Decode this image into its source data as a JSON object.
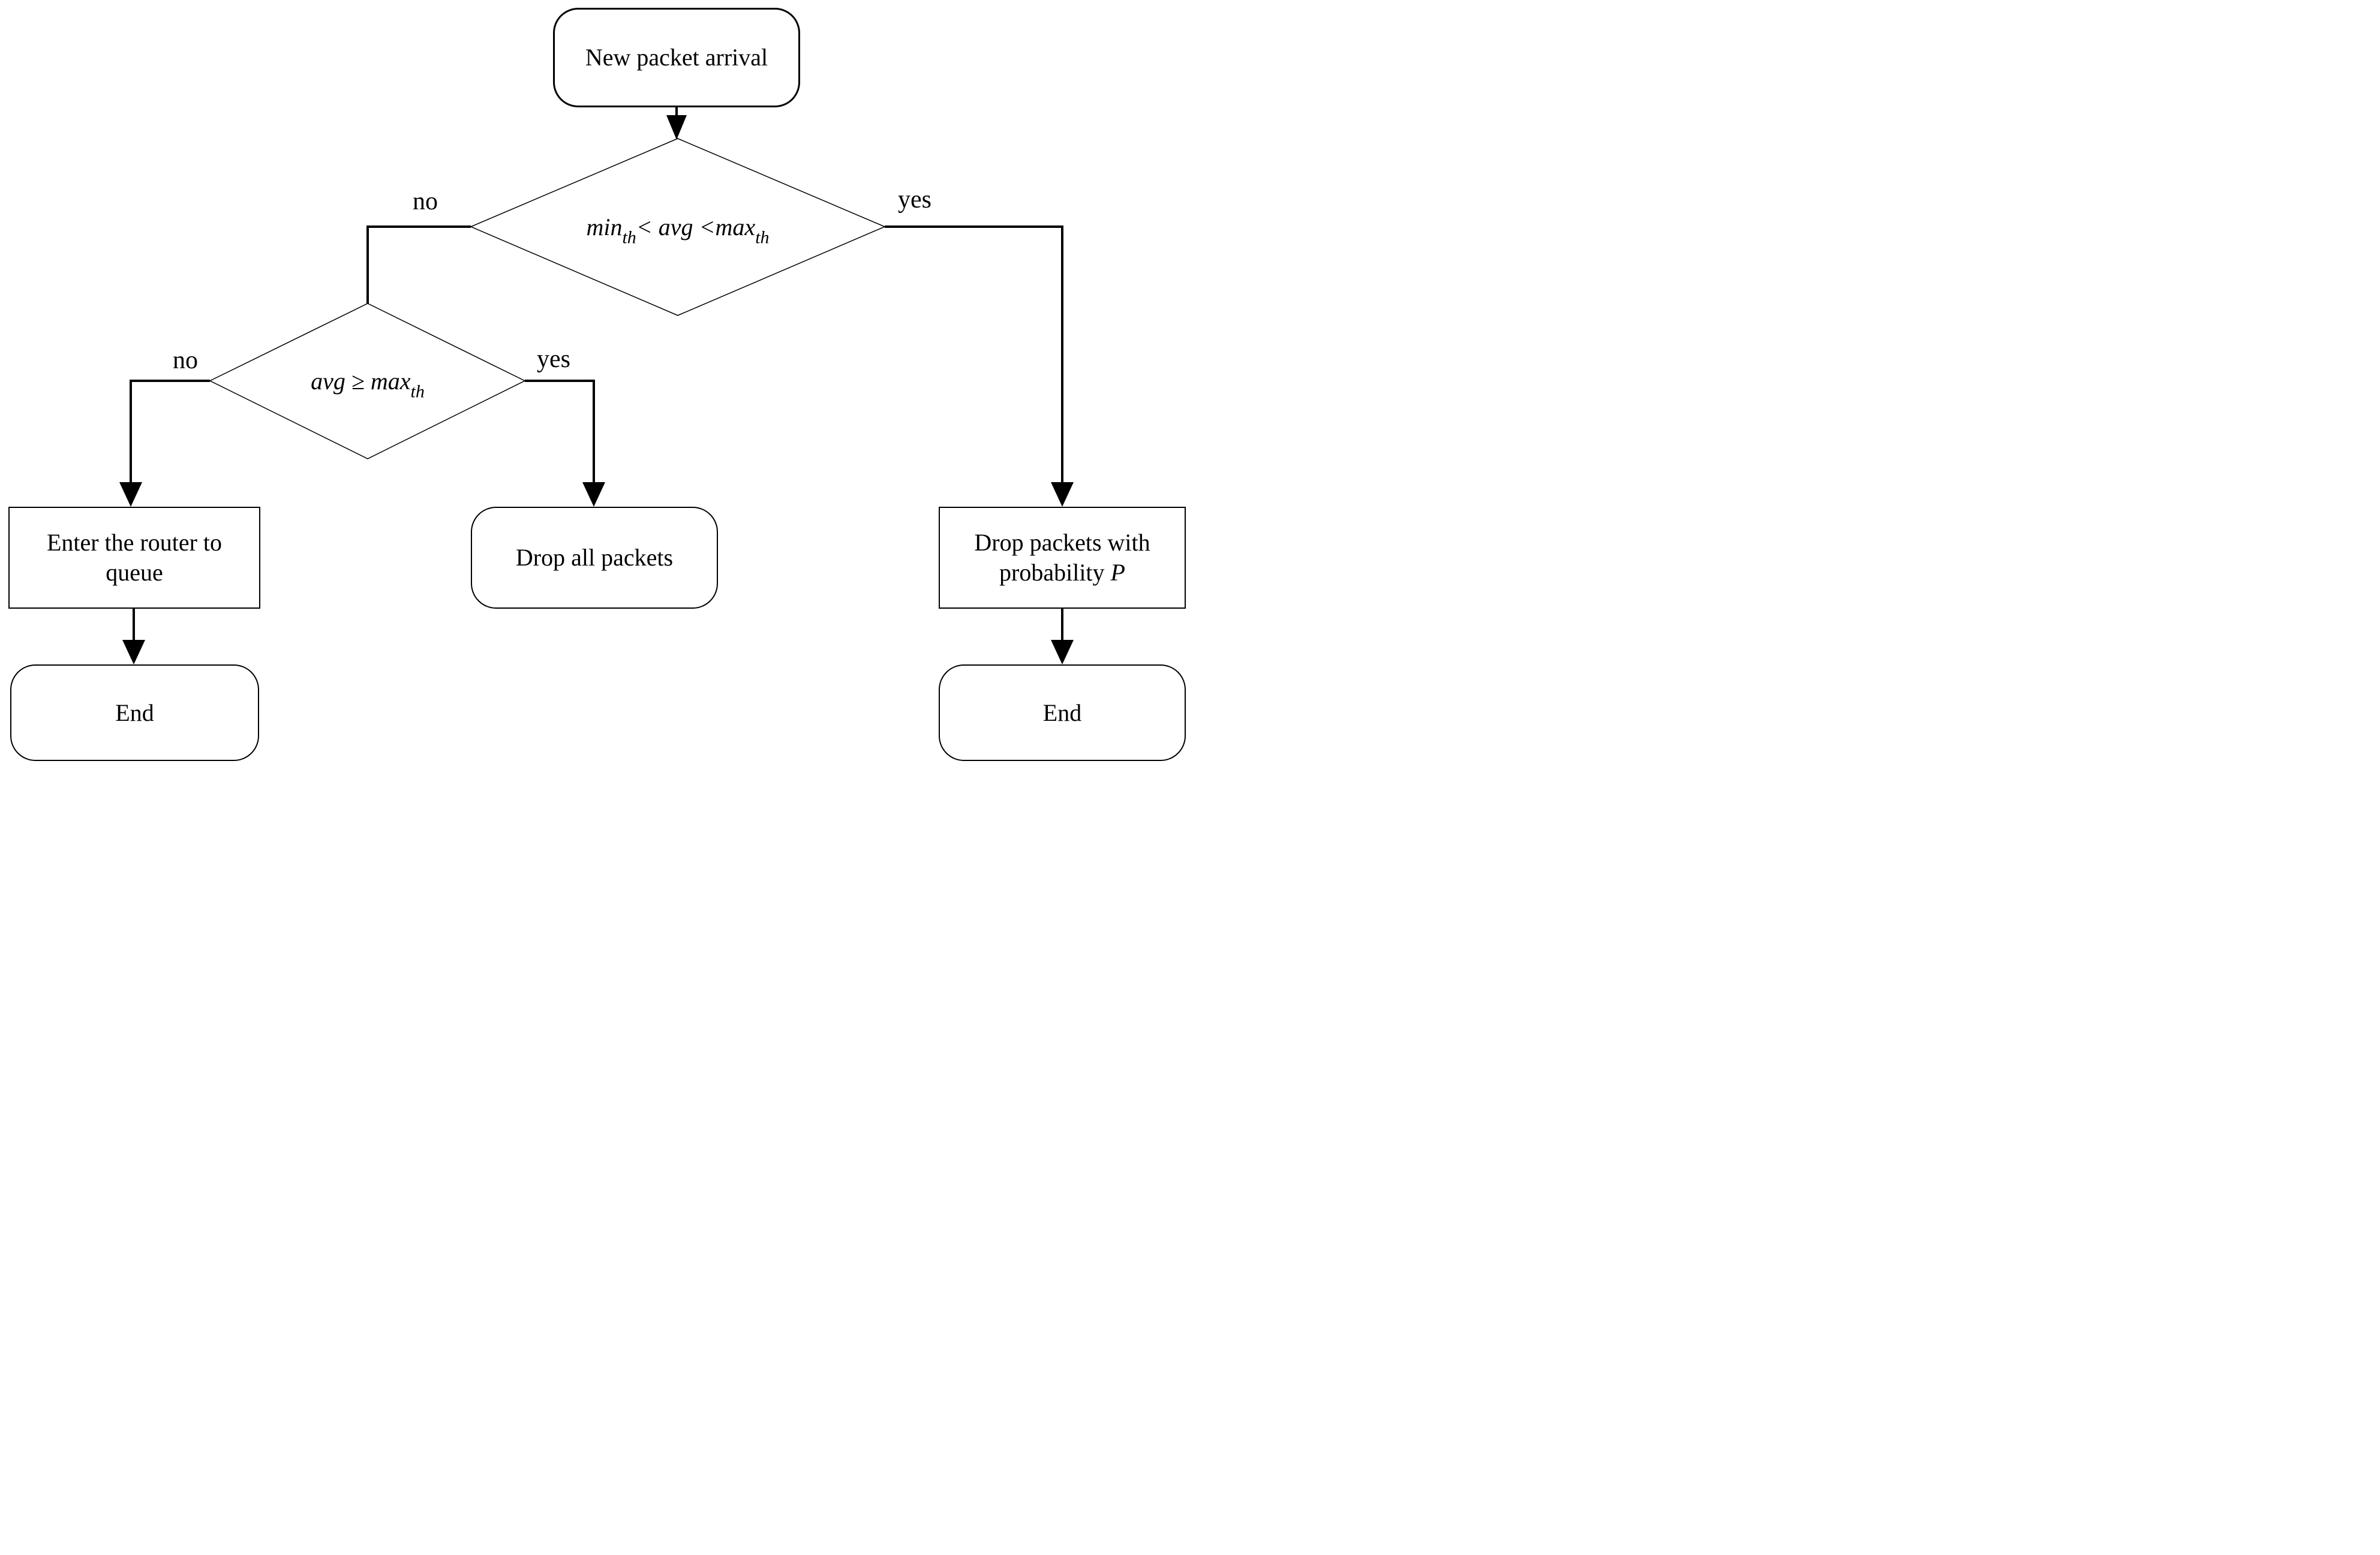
{
  "flowchart": {
    "colors": {
      "line": "#000000",
      "node_fill": "#ffffff",
      "text": "#000000"
    },
    "start": {
      "label": "New packet arrival"
    },
    "decision_top": {
      "part_a": "min",
      "sub_a": "th",
      "part_b": "< avg <",
      "part_c": "max",
      "sub_c": "th"
    },
    "decision_second": {
      "part_a": "avg ≥ max",
      "sub_a": "th"
    },
    "process_enter_queue": {
      "label": "Enter the router to queue"
    },
    "process_drop_all": {
      "label": "Drop all packets"
    },
    "process_drop_prob": {
      "label_prefix": "Drop packets with probability ",
      "label_var": "P"
    },
    "end_left": {
      "label": "End"
    },
    "end_right": {
      "label": "End"
    },
    "branch_labels": {
      "decision_top_no": "no",
      "decision_top_yes": "yes",
      "decision_second_no": "no",
      "decision_second_yes": "yes"
    }
  }
}
